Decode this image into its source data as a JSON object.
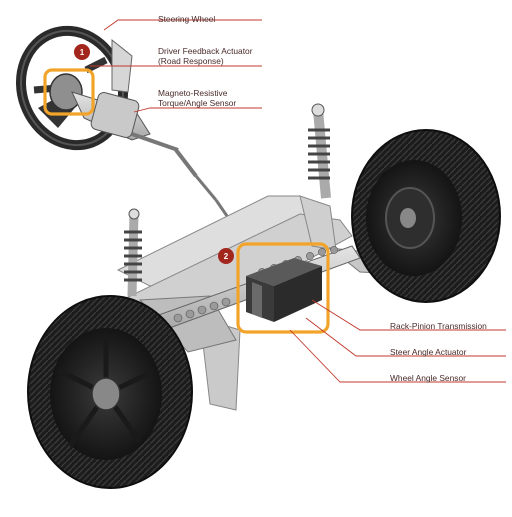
{
  "colors": {
    "accent_red": "#a3261e",
    "highlight_orange": "#f2a42a",
    "leader_line": "#c0392b",
    "part_dark": "#2a2a2a",
    "part_gray": "#b8b8b8",
    "label_text": "#4a2a2a"
  },
  "labels": {
    "steering_wheel": "Steering Wheel",
    "driver_feedback_line1": "Driver Feedback Actuator",
    "driver_feedback_line2": "(Road Response)",
    "torque_sensor_line1": "Magneto-Resistive",
    "torque_sensor_line2": "Torque/Angle Sensor",
    "rack_pinion": "Rack-Pinion Transmission",
    "steer_angle": "Steer Angle Actuator",
    "wheel_angle": "Wheel Angle Sensor"
  },
  "badges": {
    "one": "1",
    "two": "2"
  }
}
